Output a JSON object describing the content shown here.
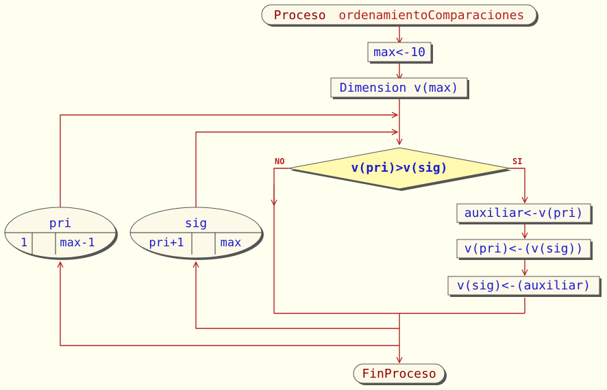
{
  "flowchart": {
    "start": {
      "keyword": "Proceso",
      "name": "ordenamientoComparaciones"
    },
    "end": {
      "label": "FinProceso"
    },
    "assign_max": "max<-10",
    "dimension": "Dimension v(max)",
    "condition": "v(pri)>v(sig)",
    "branch_no": "NO",
    "branch_si": "SI",
    "swap_steps": [
      "auxiliar<-v(pri)",
      "v(pri)<-(v(sig))",
      "v(sig)<-(auxiliar)"
    ],
    "loop_outer": {
      "var": "pri",
      "from": "1",
      "step": "",
      "to": "max-1"
    },
    "loop_inner": {
      "var": "sig",
      "from": "pri+1",
      "step": "",
      "to": "max"
    }
  },
  "colors": {
    "background": "#fffff0",
    "line": "#b22222",
    "text_blue": "#1a1acc",
    "text_dark_red": "#8b0000",
    "box_fill": "#fdf9e8",
    "diamond_fill": "#fffab0",
    "shadow": "#555555"
  }
}
